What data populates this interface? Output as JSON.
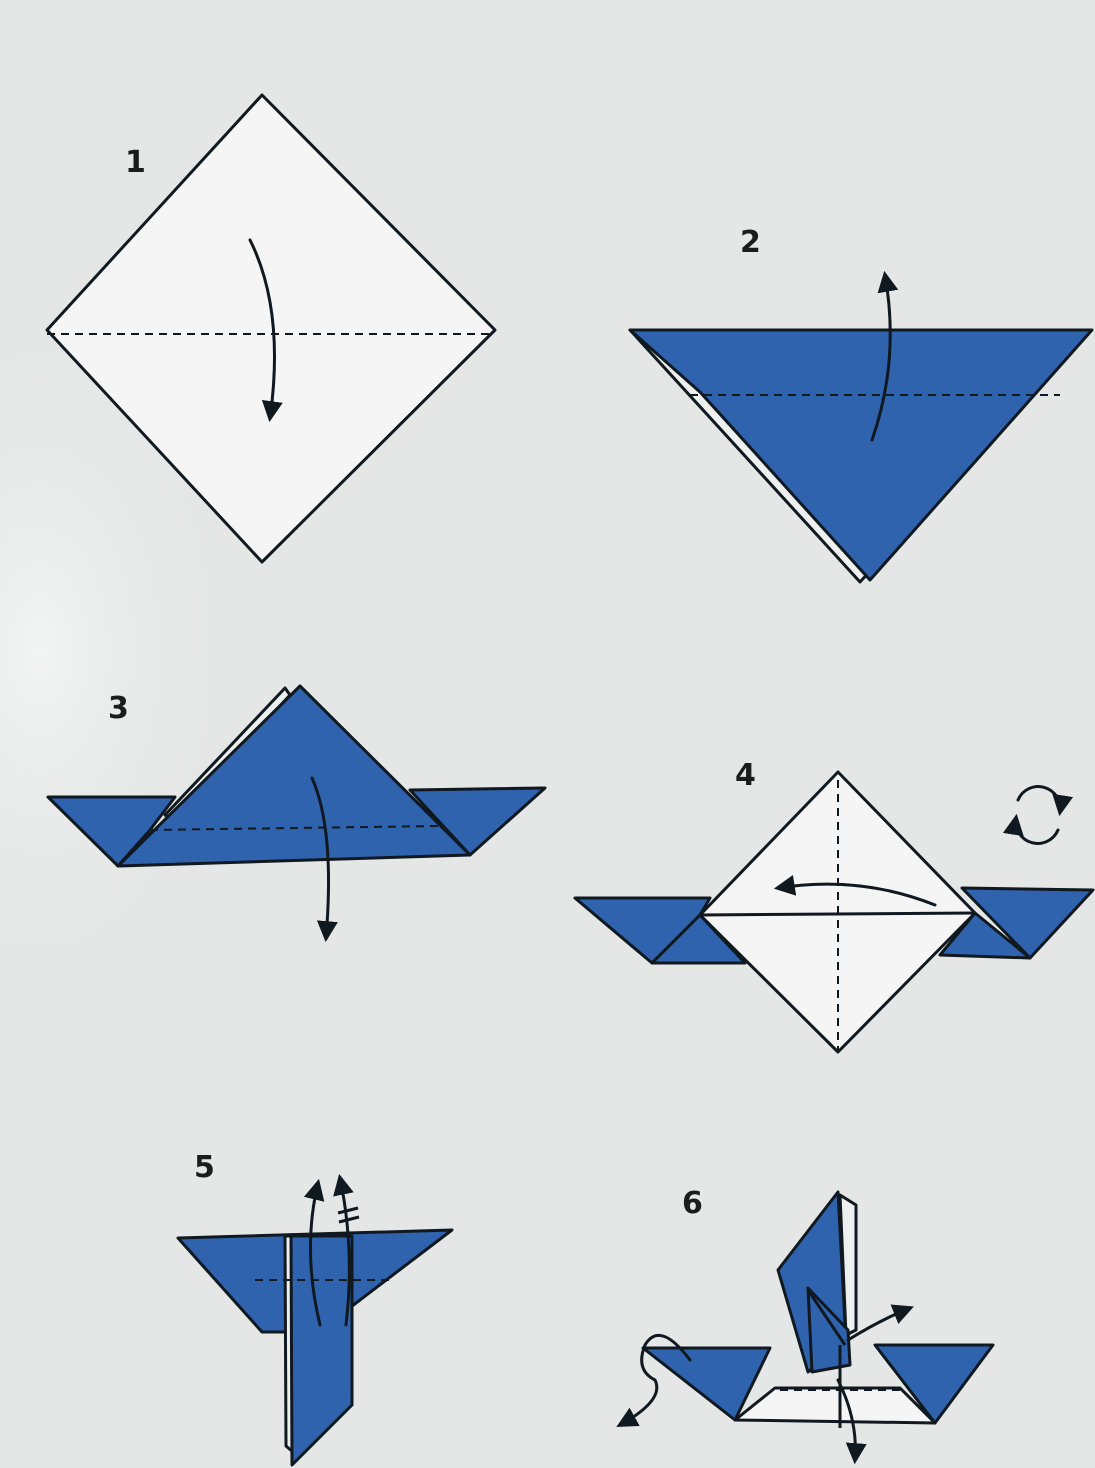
{
  "steps": [
    {
      "number": "1"
    },
    {
      "number": "2"
    },
    {
      "number": "3"
    },
    {
      "number": "4"
    },
    {
      "number": "5"
    },
    {
      "number": "6"
    }
  ],
  "colors": {
    "paper_color": "#2f63ad",
    "paper_back": "#f4f5f4",
    "outline": "#101820",
    "background": "#e4e7e6"
  }
}
